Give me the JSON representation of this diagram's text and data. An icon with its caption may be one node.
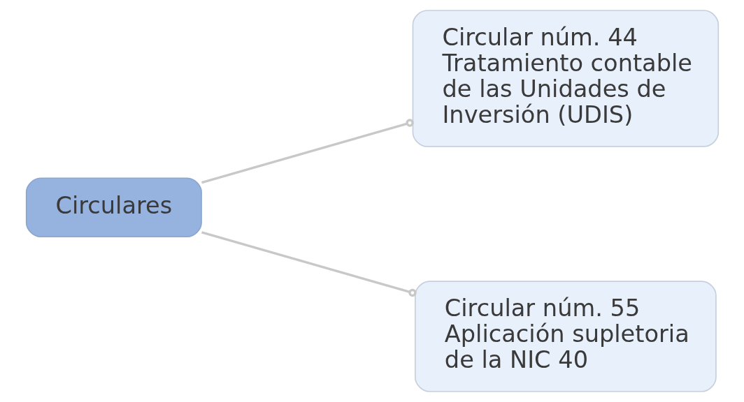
{
  "diagram": {
    "nodes": [
      {
        "text": [
          "Circulares"
        ]
      },
      {
        "text": [
          "Circular núm. 44 Tratamiento contable de las Unidades de Inversión (UDIS)"
        ]
      },
      {
        "text": [
          "Circular núm. 55 Aplicación supletoria de la NIC 40"
        ]
      }
    ],
    "edges": [
      {
        "from": 0,
        "to": 1,
        "arrow": "other"
      },
      {
        "from": 0,
        "to": 2,
        "arrow": "other"
      }
    ]
  }
}
